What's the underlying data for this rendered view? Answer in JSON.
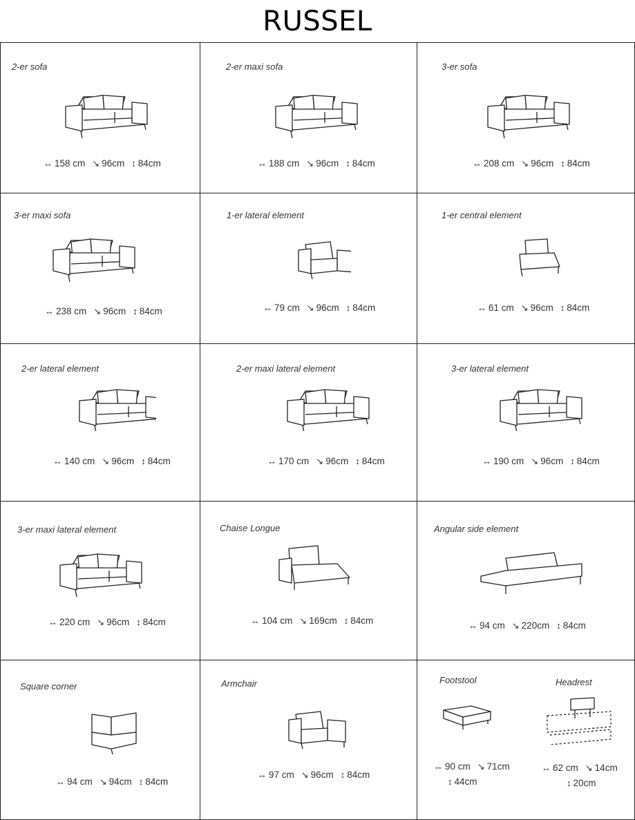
{
  "title": "RUSSEL",
  "symbols": {
    "width": "↔",
    "depth": "↘",
    "height": "↕"
  },
  "items": [
    {
      "name": "2-er sofa",
      "w": "158 cm",
      "d": "96cm",
      "h": "84cm"
    },
    {
      "name": "2-er maxi sofa",
      "w": "188 cm",
      "d": "96cm",
      "h": "84cm"
    },
    {
      "name": "3-er sofa",
      "w": "208 cm",
      "d": "96cm",
      "h": "84cm"
    },
    {
      "name": "3-er maxi sofa",
      "w": "238 cm",
      "d": "96cm",
      "h": "84cm"
    },
    {
      "name": "1-er lateral element",
      "w": "79 cm",
      "d": "96cm",
      "h": "84cm"
    },
    {
      "name": "1-er central element",
      "w": "61 cm",
      "d": "96cm",
      "h": "84cm"
    },
    {
      "name": "2-er lateral element",
      "w": "140 cm",
      "d": "96cm",
      "h": "84cm"
    },
    {
      "name": "2-er maxi lateral element",
      "w": "170 cm",
      "d": "96cm",
      "h": "84cm"
    },
    {
      "name": "3-er lateral element",
      "w": "190 cm",
      "d": "96cm",
      "h": "84cm"
    },
    {
      "name": "3-er maxi lateral element",
      "w": "220 cm",
      "d": "96cm",
      "h": "84cm"
    },
    {
      "name": "Chaise Longue",
      "w": "104 cm",
      "d": "169cm",
      "h": "84cm"
    },
    {
      "name": "Angular side element",
      "w": "94 cm",
      "d": "220cm",
      "h": "84cm"
    },
    {
      "name": "Square corner",
      "w": "94 cm",
      "d": "94cm",
      "h": "84cm"
    },
    {
      "name": "Armchair",
      "w": "97 cm",
      "d": "96cm",
      "h": "84cm"
    },
    {
      "name": "Footstool",
      "w": "90 cm",
      "d": "71cm",
      "h": "44cm"
    },
    {
      "name": "Headrest",
      "w": "62 cm",
      "d": "14cm",
      "h": "20cm"
    }
  ]
}
